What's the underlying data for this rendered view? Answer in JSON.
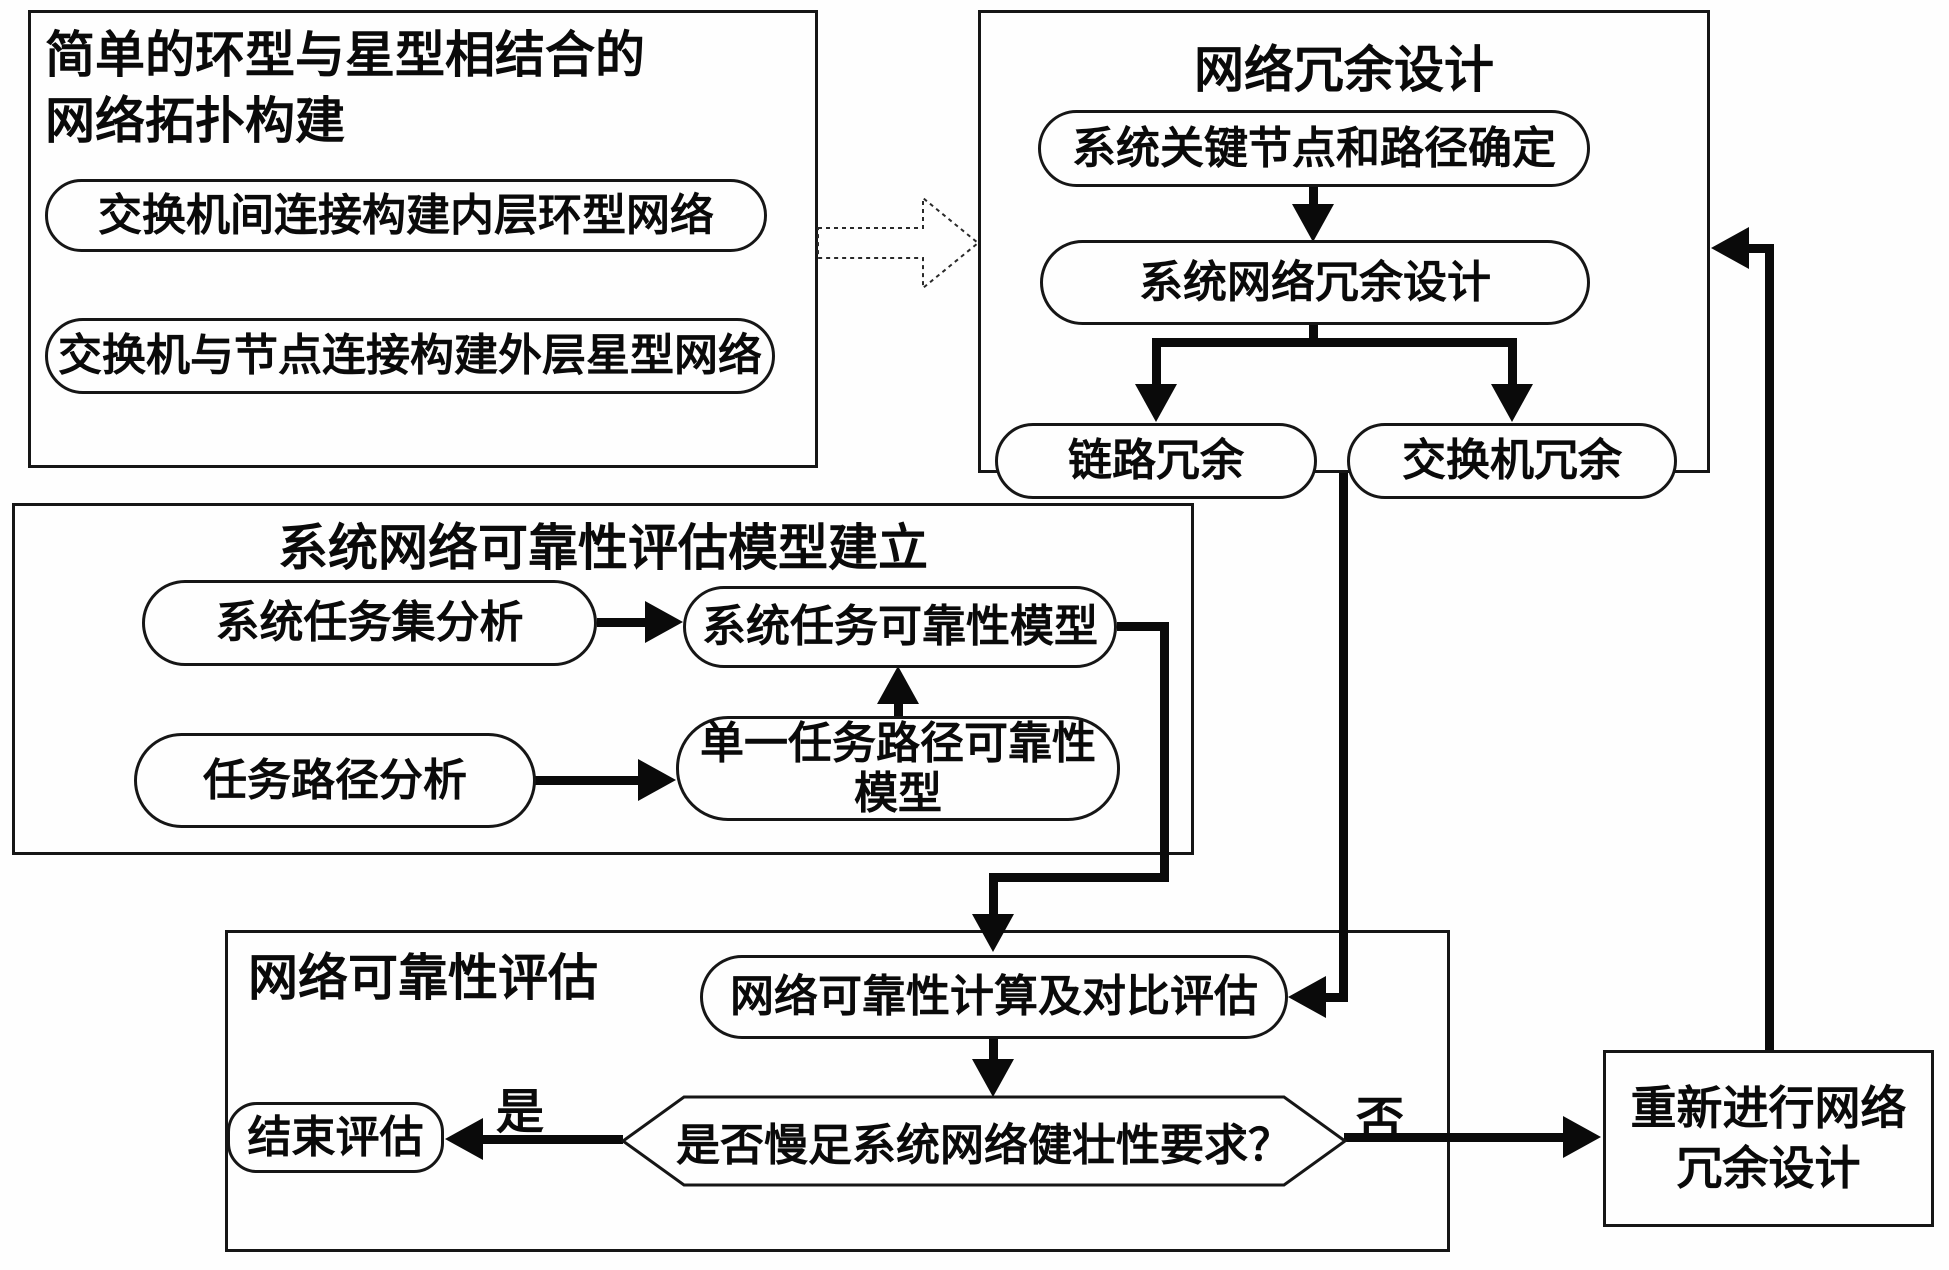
{
  "diagram": {
    "topology_box": {
      "title_line1": "简单的环型与星型相结合的",
      "title_line2": "网络拓扑构建",
      "pill_inner_ring": "交换机间连接构建内层环型网络",
      "pill_outer_star": "交换机与节点连接构建外层星型网络"
    },
    "redundancy_box": {
      "title": "网络冗余设计",
      "pill_key_nodes": "系统关键节点和路径确定",
      "pill_network_redundancy": "系统网络冗余设计",
      "pill_link_redundancy": "链路冗余",
      "pill_switch_redundancy": "交换机冗余"
    },
    "model_box": {
      "title": "系统网络可靠性评估模型建立",
      "pill_task_set": "系统任务集分析",
      "pill_task_reliability": "系统任务可靠性模型",
      "pill_task_path": "任务路径分析",
      "pill_single_path": "单一任务路径可靠性模型"
    },
    "evaluation_box": {
      "title": "网络可靠性评估",
      "pill_calculation": "网络可靠性计算及对比评估",
      "decision": "是否慢足系统网络健壮性要求？",
      "pill_end": "结束评估",
      "label_yes": "是",
      "label_no": "否"
    },
    "redesign_box": {
      "label": "重新进行网络冗余设计"
    }
  },
  "colors": {
    "stroke": "#0a0a0a",
    "background": "#fefefe"
  }
}
